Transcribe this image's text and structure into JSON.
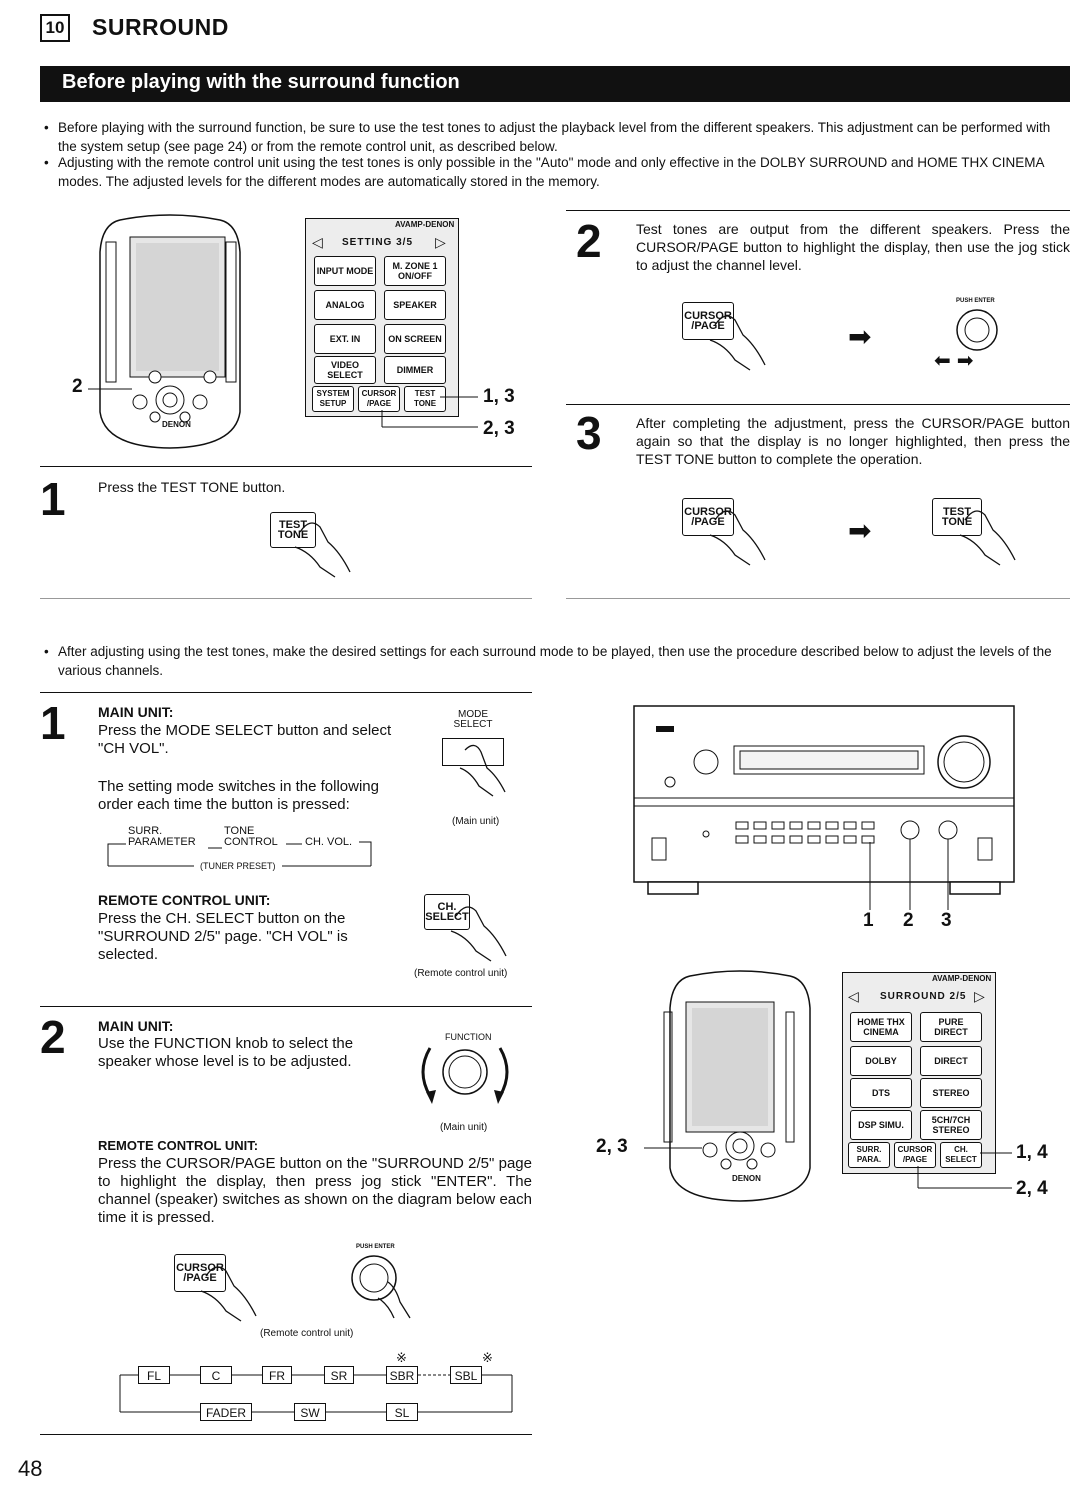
{
  "header": {
    "chapter_number": "10",
    "chapter_title": "SURROUND"
  },
  "banner": {
    "title": "Before playing with the surround function"
  },
  "intro_bullets": [
    "Before playing with the surround function, be sure to use the test tones to adjust the playback level from the different speakers. This adjustment can be performed with the system setup (see page 24) or from the remote control unit, as described below.",
    "Adjusting with the remote control unit using the test tones is only possible in the \"Auto\" mode and only effective in the DOLBY SURROUND and HOME THX CINEMA modes. The adjusted levels for the different modes are automatically stored in the memory."
  ],
  "remote_panel_1": {
    "brand": "AVAMP-DENON",
    "page": "SETTING 3/5",
    "buttons": [
      "INPUT MODE",
      "M. ZONE 1 ON/OFF",
      "ANALOG",
      "SPEAKER",
      "EXT. IN",
      "ON SCREEN",
      "VIDEO SELECT",
      "DIMMER",
      "SYSTEM SETUP",
      "CURSOR /PAGE",
      "TEST TONE"
    ],
    "callout_left": "2",
    "callout_13": "1, 3",
    "callout_23": "2, 3",
    "remote_brand": "DENON"
  },
  "test_steps": [
    {
      "num": "1",
      "text": "Press the TEST TONE button.",
      "button": "TEST TONE"
    },
    {
      "num": "2",
      "text": "Test tones are output from the different speakers. Press the CURSOR/PAGE button to highlight the display, then use the jog stick to adjust the channel level.",
      "button": "CURSOR /PAGE",
      "push_label": "PUSH ENTER"
    },
    {
      "num": "3",
      "text": "After completing the adjustment, press the CURSOR/PAGE button again so that the display is no longer highlighted, then press the TEST TONE button to complete the operation.",
      "button_a": "CURSOR /PAGE",
      "button_b": "TEST TONE"
    }
  ],
  "after_bullet": "After adjusting using the test tones, make the desired settings for each surround mode to be played, then use the procedure described below to adjust the levels of the various channels.",
  "step1": {
    "num": "1",
    "main_heading": "MAIN UNIT:",
    "main_text": "Press the MODE SELECT button and select \"CH VOL\".",
    "order_text": "The setting mode switches in the following order each time the button is pressed:",
    "mode_label": "MODE SELECT",
    "main_caption": "(Main unit)",
    "flow": {
      "a": "SURR. PARAMETER",
      "b": "TONE CONTROL",
      "c": "CH. VOL.",
      "d": "(TUNER PRESET)"
    },
    "remote_heading": "REMOTE CONTROL UNIT:",
    "remote_text": "Press the CH. SELECT button on the \"SURROUND 2/5\" page. \"CH VOL\" is selected.",
    "remote_button": "CH. SELECT",
    "remote_caption": "(Remote control unit)"
  },
  "step2": {
    "num": "2",
    "main_heading": "MAIN UNIT:",
    "main_text": "Use the FUNCTION knob to select the speaker whose level is to be adjusted.",
    "function_label": "FUNCTION",
    "main_caption": "(Main unit)",
    "remote_heading": "REMOTE CONTROL UNIT:",
    "remote_text": "Press the CURSOR/PAGE button on the \"SURROUND 2/5\" page to highlight the display, then press jog stick \"ENTER\". The channel (speaker) switches as shown on the diagram below each time it is pressed.",
    "remote_caption": "(Remote control unit)",
    "cursor_button": "CURSOR /PAGE",
    "push_label": "PUSH ENTER"
  },
  "channel_flow": {
    "top": [
      "FL",
      "C",
      "FR",
      "SR",
      "SBR",
      "SBL"
    ],
    "bottom": [
      "FADER",
      "SW",
      "SL"
    ],
    "mark": "※"
  },
  "main_unit_callouts": [
    "1",
    "2",
    "3"
  ],
  "remote_panel_2": {
    "brand": "AVAMP-DENON",
    "page": "SURROUND 2/5",
    "buttons": [
      "HOME THX CINEMA",
      "PURE DIRECT",
      "DOLBY",
      "DIRECT",
      "DTS",
      "STEREO",
      "DSP SIMU.",
      "5CH/7CH STEREO",
      "SURR. PARA.",
      "CURSOR /PAGE",
      "CH. SELECT"
    ],
    "callout_left": "2, 3",
    "callout_14": "1, 4",
    "callout_24": "2, 4",
    "remote_brand": "DENON"
  },
  "page_number": "48"
}
